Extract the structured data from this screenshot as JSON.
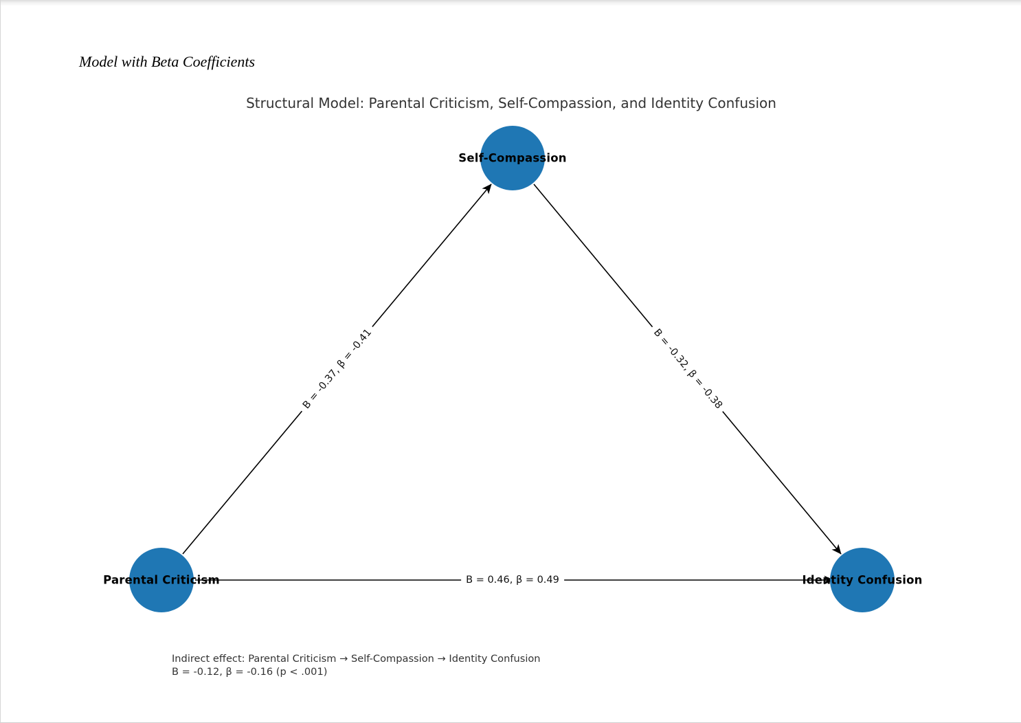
{
  "page": {
    "heading": "Model with Beta Coefficients"
  },
  "figure": {
    "title": "Structural Model: Parental Criticism, Self-Compassion, and Identity Confusion",
    "annotation": {
      "line1": "Indirect effect: Parental Criticism → Self-Compassion → Identity Confusion",
      "line2": "B = -0.12, β = -0.16 (p < .001)"
    }
  },
  "diagram": {
    "type": "structural-path-model",
    "nodes": [
      {
        "id": "self-compassion",
        "label": "Self-Compassion",
        "position": "top-center"
      },
      {
        "id": "parental-criticism",
        "label": "Parental Criticism",
        "position": "bottom-left"
      },
      {
        "id": "identity-confusion",
        "label": "Identity Confusion",
        "position": "bottom-right"
      }
    ],
    "edges": [
      {
        "from": "parental-criticism",
        "to": "self-compassion",
        "label": "B = -0.37, β = -0.41",
        "B": -0.37,
        "beta": -0.41
      },
      {
        "from": "self-compassion",
        "to": "identity-confusion",
        "label": "B = -0.32, β = -0.38",
        "B": -0.32,
        "beta": -0.38
      },
      {
        "from": "parental-criticism",
        "to": "identity-confusion",
        "label": "B = 0.46, β = 0.49",
        "B": 0.46,
        "beta": 0.49
      }
    ],
    "indirect_effect": {
      "B": -0.12,
      "beta": -0.16,
      "p": "< .001"
    }
  },
  "colors": {
    "node_fill": "#1f77b4",
    "edge_stroke": "#000000",
    "title_text": "#333333",
    "annotation_text": "#333333",
    "node_label_text": "#000000"
  }
}
